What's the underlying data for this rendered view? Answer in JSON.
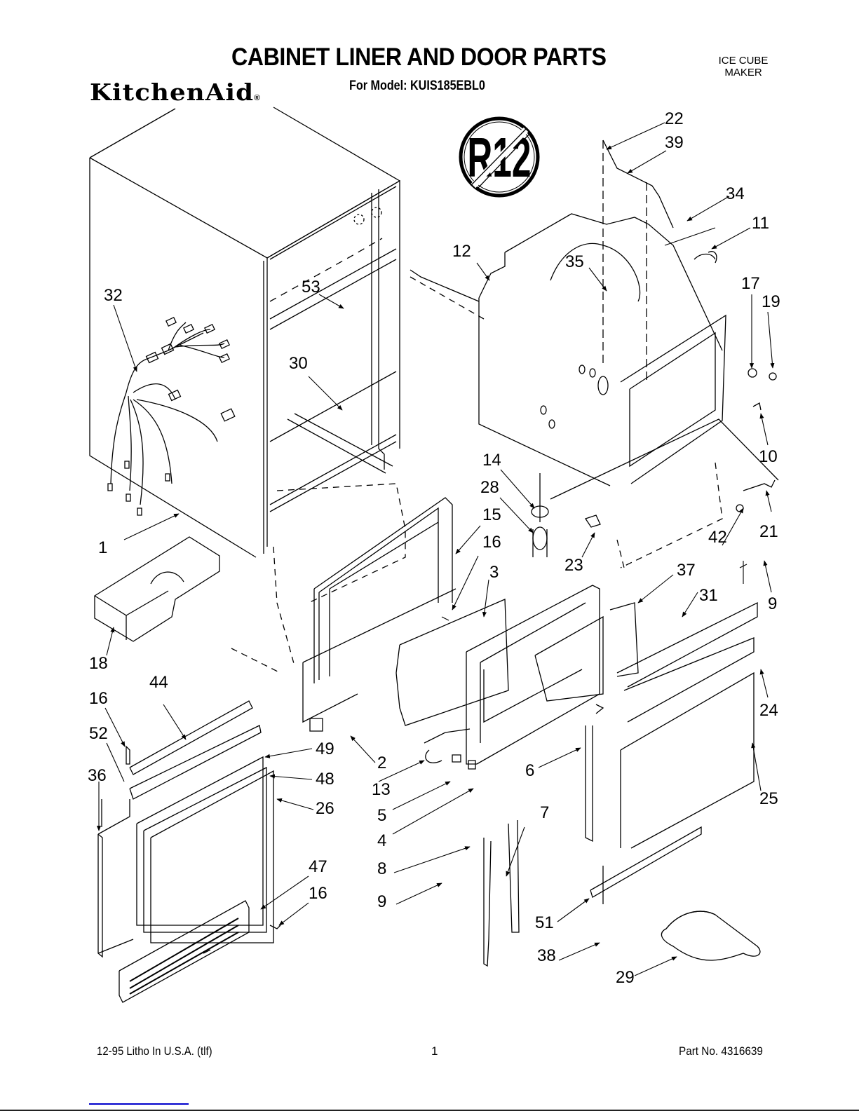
{
  "header": {
    "title": "CABINET LINER AND DOOR PARTS",
    "model_line": "For Model: KUIS185EBL0",
    "category_line1": "ICE CUBE",
    "category_line2": "MAKER",
    "brand": "KitchenAid",
    "brand_reg": "®"
  },
  "symbols": {
    "no_r12_badge": "R12"
  },
  "callouts": [
    {
      "id": "c1",
      "text": "1"
    },
    {
      "id": "c2",
      "text": "2"
    },
    {
      "id": "c3",
      "text": "3"
    },
    {
      "id": "c4",
      "text": "4"
    },
    {
      "id": "c5",
      "text": "5"
    },
    {
      "id": "c6",
      "text": "6"
    },
    {
      "id": "c7",
      "text": "7"
    },
    {
      "id": "c8",
      "text": "8"
    },
    {
      "id": "c9a",
      "text": "9"
    },
    {
      "id": "c9b",
      "text": "9"
    },
    {
      "id": "c10",
      "text": "10"
    },
    {
      "id": "c11",
      "text": "11"
    },
    {
      "id": "c12",
      "text": "12"
    },
    {
      "id": "c13",
      "text": "13"
    },
    {
      "id": "c14",
      "text": "14"
    },
    {
      "id": "c15",
      "text": "15"
    },
    {
      "id": "c16a",
      "text": "16"
    },
    {
      "id": "c16b",
      "text": "16"
    },
    {
      "id": "c16c",
      "text": "16"
    },
    {
      "id": "c17",
      "text": "17"
    },
    {
      "id": "c18",
      "text": "18"
    },
    {
      "id": "c19",
      "text": "19"
    },
    {
      "id": "c21",
      "text": "21"
    },
    {
      "id": "c22",
      "text": "22"
    },
    {
      "id": "c23",
      "text": "23"
    },
    {
      "id": "c24",
      "text": "24"
    },
    {
      "id": "c25",
      "text": "25"
    },
    {
      "id": "c26",
      "text": "26"
    },
    {
      "id": "c28",
      "text": "28"
    },
    {
      "id": "c29",
      "text": "29"
    },
    {
      "id": "c30",
      "text": "30"
    },
    {
      "id": "c31",
      "text": "31"
    },
    {
      "id": "c32",
      "text": "32"
    },
    {
      "id": "c34",
      "text": "34"
    },
    {
      "id": "c35",
      "text": "35"
    },
    {
      "id": "c36",
      "text": "36"
    },
    {
      "id": "c37",
      "text": "37"
    },
    {
      "id": "c38",
      "text": "38"
    },
    {
      "id": "c39",
      "text": "39"
    },
    {
      "id": "c42",
      "text": "42"
    },
    {
      "id": "c44",
      "text": "44"
    },
    {
      "id": "c47",
      "text": "47"
    },
    {
      "id": "c48",
      "text": "48"
    },
    {
      "id": "c49",
      "text": "49"
    },
    {
      "id": "c51",
      "text": "51"
    },
    {
      "id": "c52",
      "text": "52"
    },
    {
      "id": "c53",
      "text": "53"
    }
  ],
  "footer": {
    "print_info": "12-95 Litho In U.S.A. (tlf)",
    "page_number": "1",
    "part_number": "Part No. 4316639"
  },
  "colors": {
    "ink": "#000000",
    "paper": "#ffffff",
    "link": "#0000cc"
  }
}
